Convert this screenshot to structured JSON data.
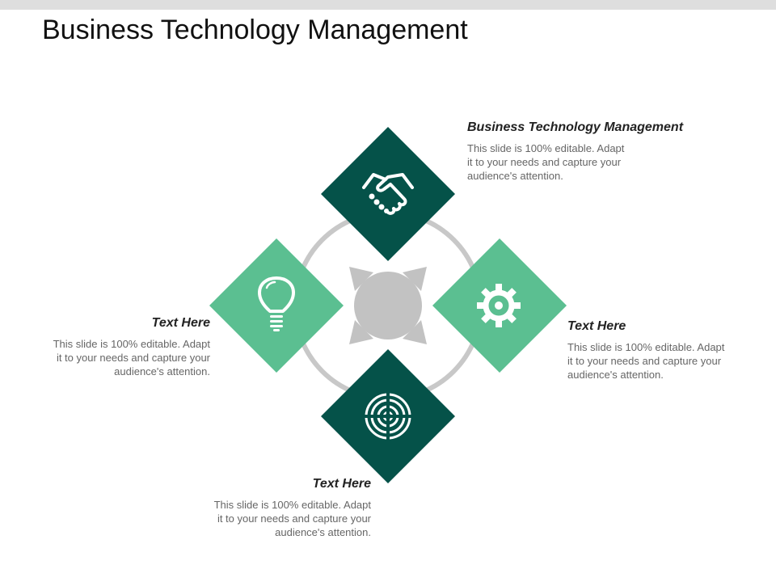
{
  "title": "Business Technology Management",
  "colors": {
    "dark_green": "#055249",
    "light_green": "#5bbf91",
    "hub_gray": "#c2c2c2",
    "ring_gray": "#c8c8c8",
    "top_bar": "#dedede"
  },
  "items": {
    "top": {
      "heading": "Business Technology Management",
      "lines": [
        "This slide is 100% editable. Adapt",
        "it to your needs and capture your",
        "audience's attention."
      ],
      "icon": "handshake-icon"
    },
    "left": {
      "heading": "Text Here",
      "lines": [
        "This slide is 100% editable. Adapt",
        "it to your needs and capture your",
        "audience's attention."
      ],
      "icon": "lightbulb-icon"
    },
    "right": {
      "heading": "Text Here",
      "lines": [
        "This slide is 100% editable. Adapt",
        "it to your needs and capture your",
        "audience's attention."
      ],
      "icon": "gear-icon"
    },
    "bottom": {
      "heading": "Text Here",
      "lines": [
        "This slide is 100% editable. Adapt",
        "it to your needs and capture your",
        "audience's attention."
      ],
      "icon": "target-icon"
    }
  }
}
